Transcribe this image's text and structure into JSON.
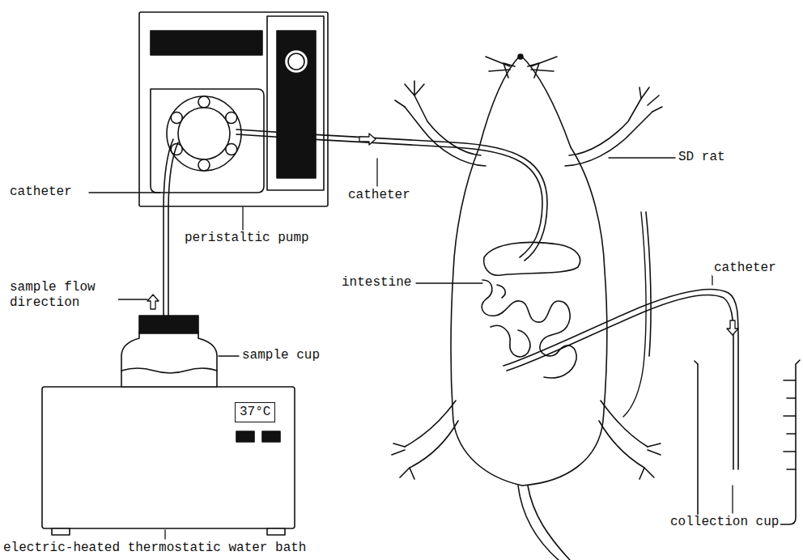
{
  "diagram": {
    "nodes": [
      {
        "text": [
          "37°C"
        ]
      }
    ],
    "labels": [
      "catheter",
      "peristaltic pump",
      "catheter",
      "sample flow direction",
      "sample cup",
      "electric-heated thermostatic water bath",
      "SD rat",
      "intestine",
      "catheter",
      "collection cup"
    ]
  }
}
